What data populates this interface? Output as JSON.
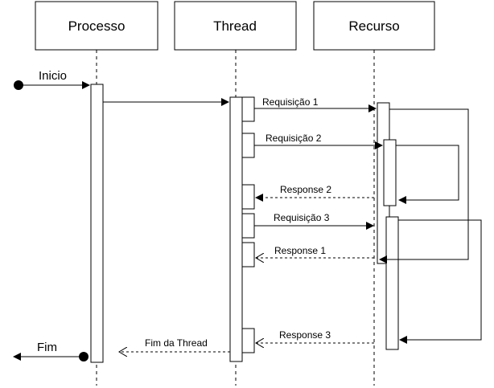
{
  "participants": [
    {
      "id": "processo",
      "label": "Processo"
    },
    {
      "id": "thread",
      "label": "Thread"
    },
    {
      "id": "recurso",
      "label": "Recurso"
    }
  ],
  "start_label": "Inicio",
  "end_label": "Fim",
  "messages": {
    "start_thread": "",
    "req1": "Requisição 1",
    "req2": "Requisição 2",
    "resp2": "Response 2",
    "req3": "Requisição 3",
    "resp1": "Response 1",
    "resp3": "Response 3",
    "fim_thread": "Fim da Thread"
  }
}
